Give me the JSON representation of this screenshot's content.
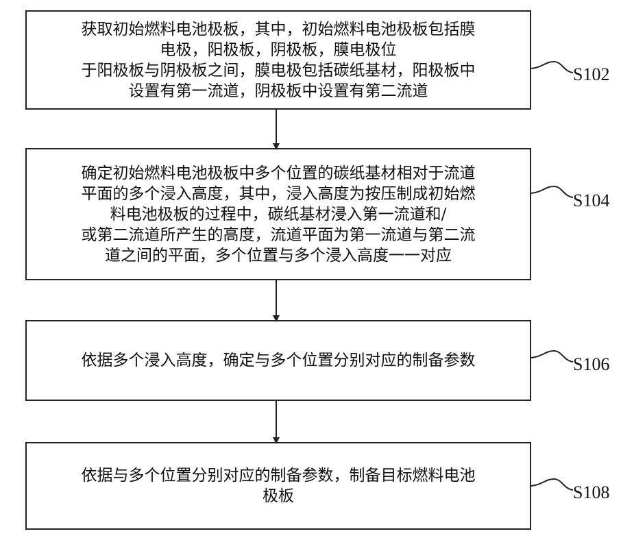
{
  "steps": [
    {
      "id": "S102",
      "label": "S102",
      "text": "获取初始燃料电池极板，其中，初始燃料电池极板包括膜\n电极，阳极板，阴极板，膜电极位\n于阳极板与阴极板之间，膜电极包括碳纸基材，阳极板中\n设置有第一流道，阴极板中设置有第二流道"
    },
    {
      "id": "S104",
      "label": "S104",
      "text": "确定初始燃料电池极板中多个位置的碳纸基材相对于流道\n平面的多个浸入高度，其中，浸入高度为按压制成初始燃\n料电池极板的过程中，碳纸基材浸入第一流道和/\n或第二流道所产生的高度，流道平面为第一流道与第二流\n道之间的平面，多个位置与多个浸入高度一一对应"
    },
    {
      "id": "S106",
      "label": "S106",
      "text": "依据多个浸入高度，确定与多个位置分别对应的制备参数"
    },
    {
      "id": "S108",
      "label": "S108",
      "text": "依据与多个位置分别对应的制备参数，制备目标燃料电池\n极板"
    }
  ]
}
